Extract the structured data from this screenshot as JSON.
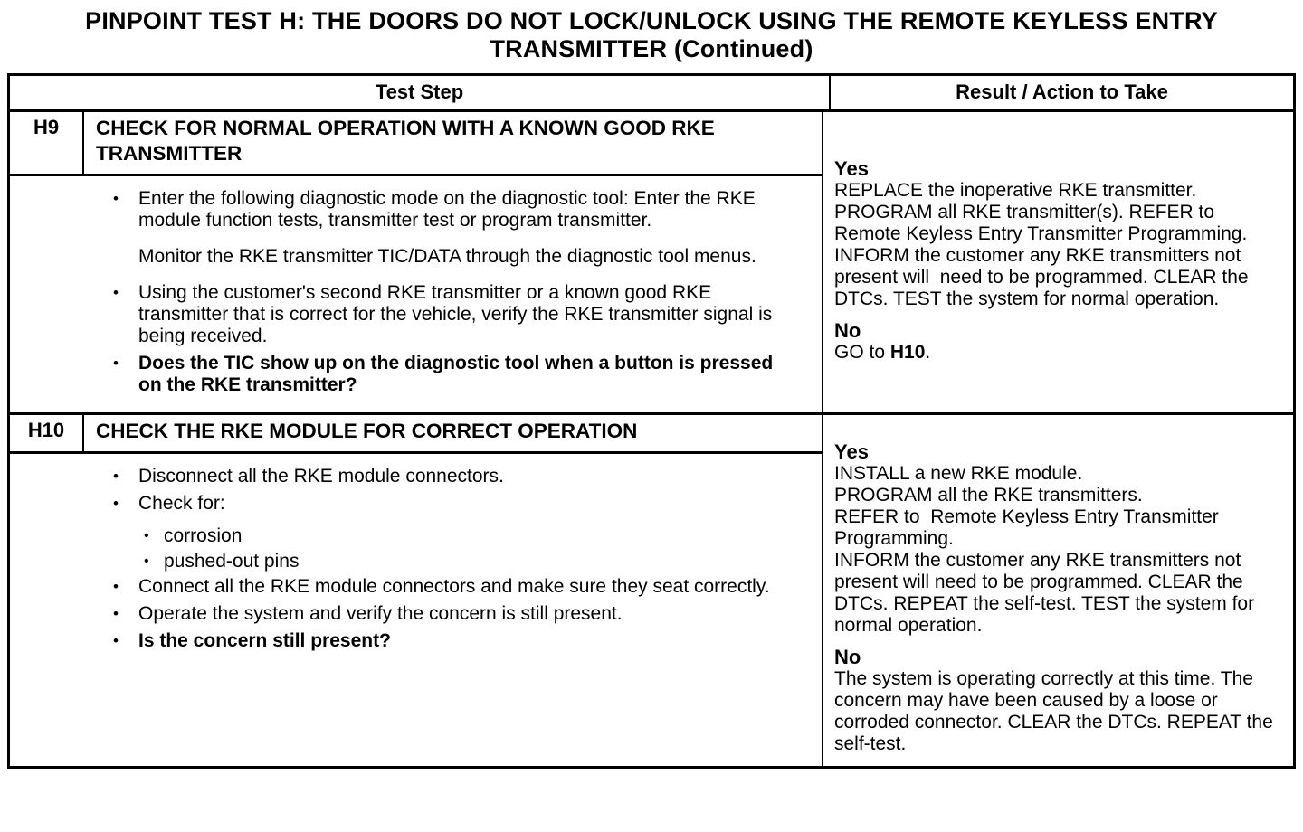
{
  "page": {
    "title": "PINPOINT TEST H: THE DOORS DO NOT LOCK/UNLOCK USING THE REMOTE KEYLESS ENTRY TRANSMITTER (Continued)"
  },
  "icons": {
    "bullet": "•"
  },
  "table": {
    "col_headers": [
      "Test Step",
      "Result / Action to Take"
    ],
    "rows": [
      {
        "id": "H9",
        "title": "CHECK FOR NORMAL OPERATION WITH A KNOWN GOOD RKE TRANSMITTER",
        "items": [
          {
            "style": "bullet",
            "text": "Enter the following diagnostic mode on the diagnostic tool: Enter the RKE module function tests, transmitter test or program transmitter."
          },
          {
            "style": "plain",
            "text": "Monitor the RKE transmitter TIC/DATA through the diagnostic tool menus."
          },
          {
            "style": "bullet",
            "text": "Using the customer's second RKE transmitter or a known good RKE transmitter that is correct for the vehicle, verify the RKE transmitter signal is being received."
          },
          {
            "style": "bullet-bold",
            "text": "Does the TIC show up on the diagnostic tool when a button is pressed on the RKE transmitter?"
          }
        ],
        "result": {
          "yes_label": "Yes",
          "yes_paragraphs": [
            "REPLACE the inoperative RKE transmitter. PROGRAM all RKE transmitter(s). REFER to Remote Keyless Entry Transmitter Programming. INFORM the customer any RKE transmitters not present will  need to be programmed. CLEAR the DTCs. TEST the system for normal operation."
          ],
          "no_label": "No",
          "no_paragraphs": [
            [
              {
                "text": "GO to "
              },
              {
                "text": "H10",
                "bold": true
              },
              {
                "text": "."
              }
            ]
          ]
        }
      },
      {
        "id": "H10",
        "title": "CHECK THE RKE MODULE FOR CORRECT OPERATION",
        "items": [
          {
            "style": "bullet",
            "text": "Disconnect all the RKE module connectors."
          },
          {
            "style": "bullet",
            "text": "Check for:"
          },
          {
            "style": "sub",
            "text": "corrosion"
          },
          {
            "style": "sub",
            "text": "pushed-out pins"
          },
          {
            "style": "bullet",
            "text": "Connect all the RKE module connectors and make sure they seat correctly."
          },
          {
            "style": "bullet",
            "text": "Operate the system and verify the concern is still present."
          },
          {
            "style": "bullet-bold",
            "text": "Is the concern still present?"
          }
        ],
        "result": {
          "yes_label": "Yes",
          "yes_paragraphs": [
            "INSTALL a new RKE module.",
            "PROGRAM all the RKE transmitters.",
            "REFER to  Remote Keyless Entry Transmitter Programming.",
            "INFORM the customer any RKE transmitters not present will need to be programmed. CLEAR the DTCs. REPEAT the self-test. TEST the system for normal operation."
          ],
          "no_label": "No",
          "no_paragraphs": [
            [
              {
                "text": "The system is operating correctly at this time. The concern may have been caused by a loose or corroded connector. CLEAR the DTCs. REPEAT the self-test."
              }
            ]
          ]
        }
      }
    ]
  }
}
